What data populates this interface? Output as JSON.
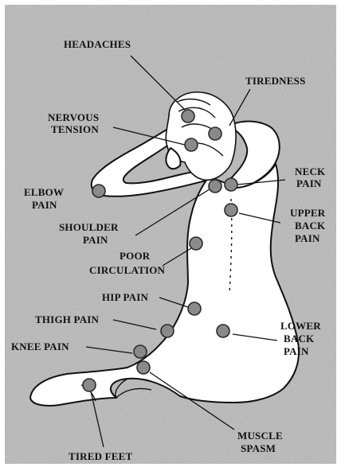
{
  "colors": {
    "background": "#b9b9b9",
    "figure_fill": "#ffffff",
    "outline": "#111111",
    "pressure_point": "#8a8a8a",
    "label_text": "#111111"
  },
  "labels": {
    "headaches": [
      "HEADACHES"
    ],
    "tiredness": [
      "TIREDNESS"
    ],
    "nervous_tension": [
      "NERVOUS",
      "TENSION"
    ],
    "neck_pain": [
      "NECK",
      "PAIN"
    ],
    "elbow_pain": [
      "ELBOW",
      "PAIN"
    ],
    "shoulder_pain": [
      "SHOULDER",
      "PAIN"
    ],
    "upper_back_pain": [
      "UPPER",
      "BACK",
      "PAIN"
    ],
    "poor_circulation": [
      "POOR",
      "CIRCULATION"
    ],
    "hip_pain": [
      "HIP PAIN"
    ],
    "thigh_pain": [
      "THIGH PAIN"
    ],
    "lower_back_pain": [
      "LOWER",
      "BACK",
      "PAIN"
    ],
    "knee_pain": [
      "KNEE PAIN"
    ],
    "muscle_spasm": [
      "MUSCLE",
      "SPASM"
    ],
    "tired_feet": [
      "TIRED FEET"
    ]
  }
}
